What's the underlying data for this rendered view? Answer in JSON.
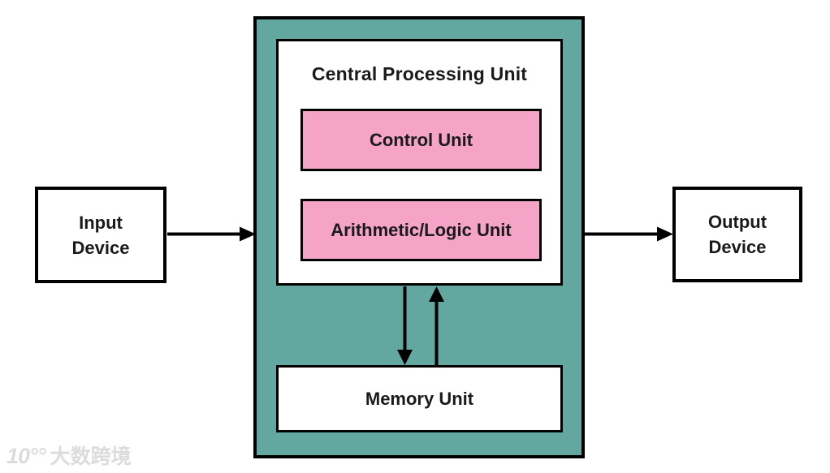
{
  "colors": {
    "background": "#ffffff",
    "cpu_container_fill": "#63a8a0",
    "unit_fill": "#f5a3c7",
    "box_fill": "#ffffff",
    "border": "#000000",
    "text": "#1a1a1a",
    "watermark": "#dcdcdc"
  },
  "labels": {
    "cpu": "Central Processing Unit",
    "control_unit": "Control Unit",
    "alu": "Arithmetic/Logic Unit",
    "memory_unit": "Memory Unit",
    "input_device": "Input\nDevice",
    "output_device": "Output\nDevice"
  },
  "arrows": [
    {
      "name": "input-device-to-cpu",
      "direction": "right"
    },
    {
      "name": "cpu-to-output-device",
      "direction": "right"
    },
    {
      "name": "cpu-to-memory",
      "direction": "down"
    },
    {
      "name": "memory-to-cpu",
      "direction": "up"
    }
  ],
  "watermark": {
    "logo_text": "10°°",
    "text": "大数跨境"
  }
}
